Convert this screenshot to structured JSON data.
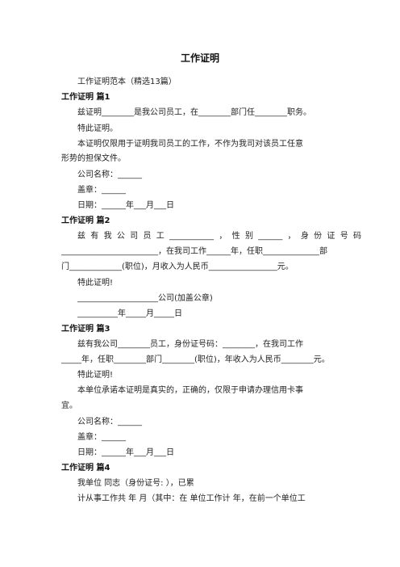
{
  "document": {
    "title": "工作证明",
    "lines": [
      "工作证明范本（精选13篇）",
      "工作证明 篇1",
      "兹证明________是我公司员工，在________部门任________职务。",
      "特此证明。",
      "本证明仅限用于证明我司员工的工作，不作为我司对该员工任意",
      "形势的担保文件。",
      "公司名称：______",
      "盖章：______",
      "日期：______年___月___日",
      "工作证明 篇2",
      "兹有我公司员工___________，性别______，身份证号码",
      "________________________，在我司工作______年，任职______________部",
      "门_____________(职位)，月收入为人民币_________________元。",
      "特此证明!",
      "____________________公司(加盖公章)",
      "__________年_____月_____日",
      "工作证明 篇3",
      "兹有我公司________员工，身份证号码：________，在我司工作",
      "_____年，任职________部门________(职位)，年收入为人民币________元。",
      "特此证明!",
      "本单位承诺本证明是真实的，正确的，仅限于申请办理信用卡事",
      "宜。",
      "公司名称：______",
      "盖章：______",
      "日期：______年___月___日",
      "工作证明 篇4",
      "我单位 同志（身份证号:    ），已累",
      "计从事工作共  年  月（其中：在  单位工作计  年，在前一个单位工"
    ]
  }
}
